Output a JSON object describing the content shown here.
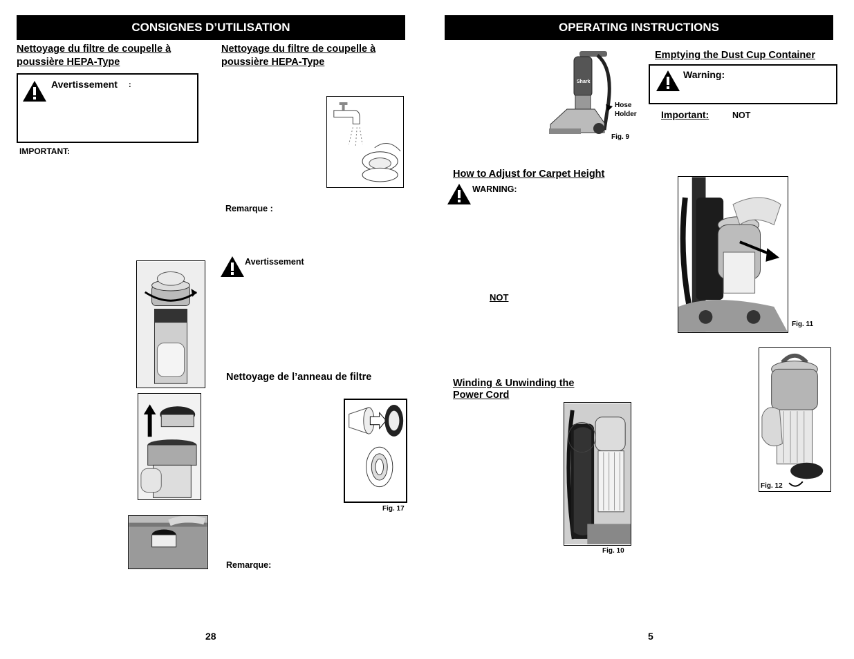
{
  "left_page": {
    "banner": "CONSIGNES D’UTILISATION",
    "col1_heading_line1": "Nettoyage du filtre de coupelle à",
    "col1_heading_line2": "poussière HEPA-Type",
    "warning_label": "Avertissement",
    "warning_colon": ":",
    "important_label": "IMPORTANT:",
    "col2_heading_line1": "Nettoyage du filtre de coupelle à",
    "col2_heading_line2": "poussière HEPA-Type",
    "remarque1": "Remarque :",
    "warning2_label": "Avertissement",
    "ring_heading": "Nettoyage de l’anneau de filtre",
    "fig17": "Fig. 17",
    "remarque2": "Remarque:",
    "page_number": "28"
  },
  "right_page": {
    "banner": "OPERATING INSTRUCTIONS",
    "hose_holder_line1": "Hose",
    "hose_holder_line2": "Holder",
    "fig9": "Fig. 9",
    "carpet_heading": "How to Adjust for Carpet Height",
    "carpet_warning": "WARNING:",
    "carpet_not": "NOT",
    "cord_heading_line1": "Winding & Unwinding the",
    "cord_heading_line2": "Power Cord",
    "fig10": "Fig. 10",
    "dust_heading": "Emptying the Dust Cup Container",
    "dust_warning": "Warning:",
    "important_label": "Important:",
    "important_not": "NOT",
    "fig11": "Fig. 11",
    "fig12": "Fig. 12",
    "page_number": "5"
  }
}
